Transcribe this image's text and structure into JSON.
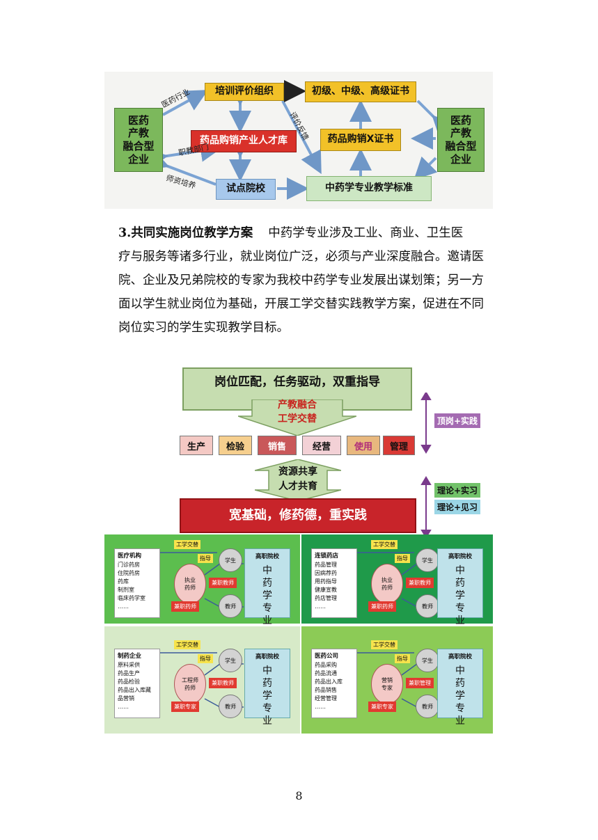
{
  "figure1": {
    "left_box": "医药\n产教\n融合型\n企业",
    "right_box": "医药\n产教\n融合型\n企业",
    "training_org": "培训评价组织",
    "certificates": "初级、中级、高级证书",
    "talent_pool": "药品购销产业人才库",
    "x_cert": "药品购销X证书",
    "pilot_school": "试点院校",
    "teaching_standard": "中药学专业教学标准",
    "label_industry": "医药行业",
    "label_edu_dept": "职教部门",
    "label_teacher": "师资培养",
    "label_feedback": "评价反馈"
  },
  "paragraph": {
    "heading": "3.共同实施岗位教学方案",
    "lines": [
      "中药学专业涉及工业、商业、卫生医",
      "疗与服务等诸多行业，就业岗位广泛，必须与产业深度融合。邀请医",
      "院、企业及兄弟院校的专家为我校中药学专业发展出谋划策；另一方",
      "面以学生就业岗位为基础，开展工学交替实践教学方案，促进在不同",
      "岗位实习的学生实现教学目标。"
    ]
  },
  "figure2": {
    "top_title": "岗位匹配，任务驱动，双重指导",
    "arrow_line1": "产教融合",
    "arrow_line2": "工学交替",
    "tabs": [
      "生产",
      "检验",
      "销售",
      "经营",
      "使用",
      "管理"
    ],
    "tab_colors": [
      "#f4c9c4",
      "#f6cf8e",
      "#c9585a",
      "#f3d1d6",
      "#e8b87e",
      "#d93a35"
    ],
    "mid_line1": "资源共享",
    "mid_line2": "人才共育",
    "bottom_title": "宽基础，修药德，重实践",
    "tag_top": "顶岗+实践",
    "tag_mid1": "理论+实习",
    "tag_mid2": "理论+见习"
  },
  "figure3": {
    "panels": [
      {
        "title": "医疗机构",
        "items": [
          "门诊药房",
          "住院药房",
          "药库",
          "制剂室",
          "临床药学室",
          "……"
        ],
        "role": "执业\n药师",
        "tag": "工学交替",
        "guide": "指导",
        "student": "学生",
        "teacher": "教师",
        "red1": "兼职教师",
        "red2": "兼职药师",
        "school_title": "高职院校",
        "school_major": "中\n药\n学\n专\n业"
      },
      {
        "title": "连锁药店",
        "items": [
          "药品管理",
          "因病荐药",
          "用药指导",
          "健康宣教",
          "药店管理",
          "……"
        ],
        "role": "执业\n药师",
        "tag": "工学交替",
        "guide": "指导",
        "student": "学生",
        "teacher": "教师",
        "red1": "兼职教师",
        "red2": "兼职药师",
        "school_title": "高职院校",
        "school_major": "中\n药\n学\n专\n业"
      },
      {
        "title": "制药企业",
        "items": [
          "原料采供",
          "药品生产",
          "药品检验",
          "药品出入库藏",
          "品营销",
          "……"
        ],
        "role": "工程师\n药师",
        "tag": "工学交替",
        "guide": "指导",
        "student": "学生",
        "teacher": "教师",
        "red1": "兼职教师",
        "red2": "兼职专家",
        "school_title": "高职院校",
        "school_major": "中\n药\n学\n专\n业"
      },
      {
        "title": "医药公司",
        "items": [
          "药品采购",
          "药品流通",
          "药品出入库",
          "药品销售",
          "经营管理",
          "……"
        ],
        "role": "营销\n专家",
        "tag": "工学交替",
        "guide": "指导",
        "student": "学生",
        "teacher": "教师",
        "red1": "兼职管理",
        "red2": "兼职专家",
        "school_title": "高职院校",
        "school_major": "中\n药\n学\n专\n业"
      }
    ],
    "panel_colors": [
      "#5cbe4e",
      "#1f9a4a",
      "#d7eac8",
      "#8ccb56"
    ]
  },
  "page_number": "8"
}
